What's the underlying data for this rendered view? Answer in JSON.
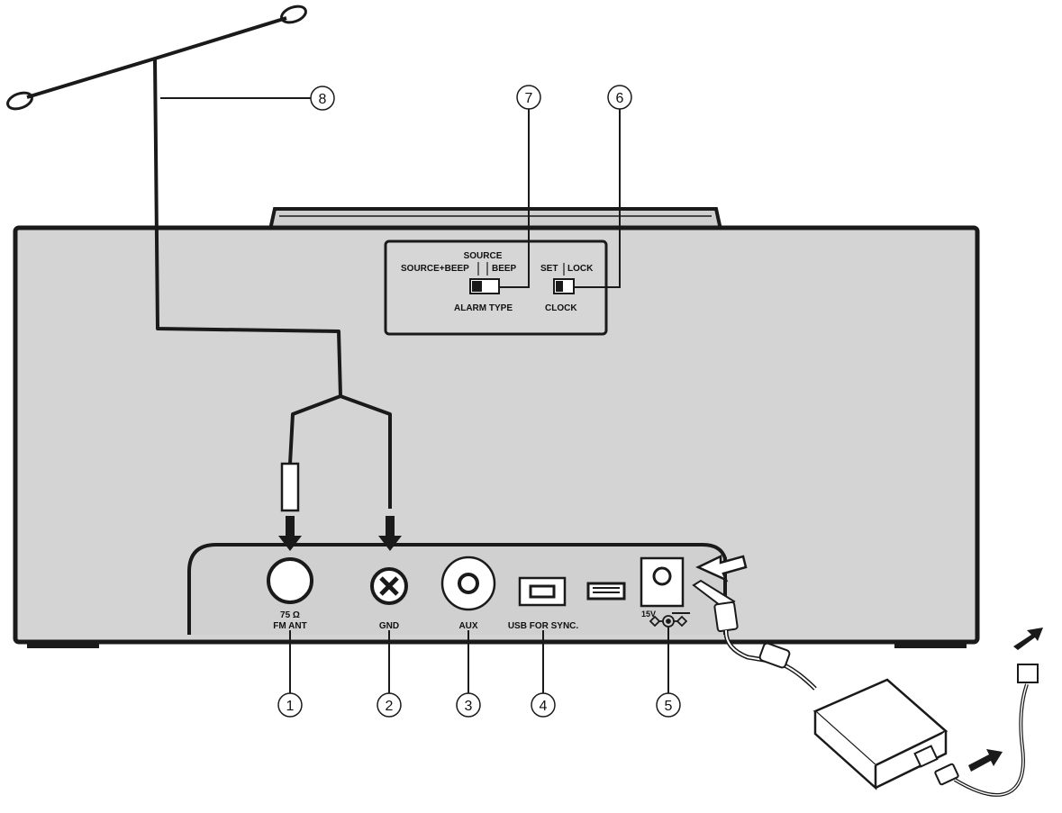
{
  "callouts": {
    "c1": "1",
    "c2": "2",
    "c3": "3",
    "c4": "4",
    "c5": "5",
    "c6": "6",
    "c7": "7",
    "c8": "8"
  },
  "switch_panel": {
    "alarm_source": "SOURCE",
    "alarm_source_beep": "SOURCE+BEEP",
    "alarm_beep": "BEEP",
    "alarm_title": "ALARM TYPE",
    "clock_set": "SET",
    "clock_lock": "LOCK",
    "clock_title": "CLOCK"
  },
  "connectors": {
    "fm_ohm": "75 Ω",
    "fm_ant": "FM ANT",
    "gnd": "GND",
    "aux": "AUX",
    "usb_sync": "USB FOR SYNC.",
    "dc_voltage": "15V"
  },
  "colors": {
    "body": "#d4d4d4",
    "outline": "#1a1a1a",
    "wire": "#1a1a1a"
  }
}
